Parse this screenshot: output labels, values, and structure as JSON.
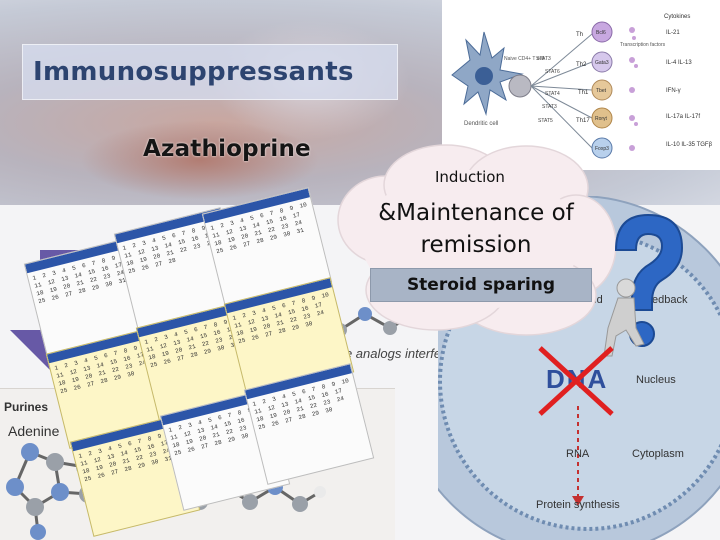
{
  "slide": {
    "title": "Immunosuppressants",
    "drug": "Azathioprine",
    "cloud": {
      "line1": "Induction",
      "line2": "&Maintenance of remission",
      "box": "Steroid sparing"
    }
  },
  "pathway": {
    "cytokines_header": "Cytokines",
    "transcription_label": "Transcription factors",
    "cells": [
      {
        "name": "Th",
        "factor": "Bcl6",
        "cytokine": "IL-21"
      },
      {
        "name": "Th2",
        "factor": "Gata3",
        "cytokine": "IL-4 IL-13"
      },
      {
        "name": "Th1",
        "factor": "Tbet",
        "cytokine": "IFN-γ"
      },
      {
        "name": "Th17",
        "factor": "Rorγt",
        "cytokine": "IL-17a IL-17f"
      },
      {
        "name": "",
        "factor": "Foxp3",
        "cytokine": "IL-10 IL-35 TGFβ"
      }
    ],
    "stats": [
      "STAT3",
      "STAT6",
      "STAT4",
      "STAT3",
      "STAT5"
    ],
    "naive": "Naive CD4+ T cell",
    "dendritic": "Dendritic cell"
  },
  "figure": {
    "purines_label": "Purines",
    "adenine_label": "Adenine",
    "analogs_note": "hese analogs interfere",
    "nucleus_label": "Nucleus",
    "cytoplasm_label": "Cytoplasm",
    "dna_label": "DNA",
    "rna_label": "RNA",
    "protein_label": "Protein synthesis",
    "acid_label": "ynic acid",
    "feedback_label": "edback"
  },
  "colors": {
    "title_text": "#2d4470",
    "title_band": "#d6dcee",
    "cloud_fill": "#f7ecef",
    "steroid_box": "#a8b4c6",
    "purple_arrow": "#5a4b9e",
    "cross": "#e02020",
    "dna_text": "#2f4f9c"
  }
}
